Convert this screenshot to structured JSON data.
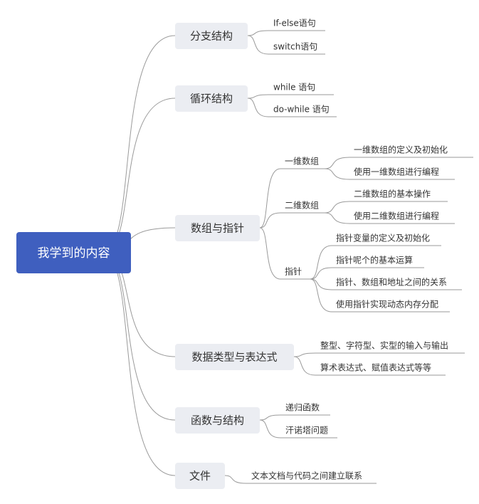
{
  "root": {
    "id": "root",
    "label": "我学到的内容"
  },
  "branches": [
    {
      "id": "b1",
      "label": "分支结构",
      "children": [
        {
          "label": "If-else语句"
        },
        {
          "label": "switch语句"
        }
      ]
    },
    {
      "id": "b2",
      "label": "循环结构",
      "children": [
        {
          "label": "while 语句"
        },
        {
          "label": "do-while 语句"
        }
      ]
    },
    {
      "id": "b3",
      "label": "数组与指针",
      "children": [
        {
          "label": "一维数组",
          "children": [
            {
              "label": "一维数组的定义及初始化"
            },
            {
              "label": "使用一维数组进行编程"
            }
          ]
        },
        {
          "label": "二维数组",
          "children": [
            {
              "label": "二维数组的基本操作"
            },
            {
              "label": "使用二维数组进行编程"
            }
          ]
        },
        {
          "label": "指针",
          "children": [
            {
              "label": "指针变量的定义及初始化"
            },
            {
              "label": "指针呢个的基本运算"
            },
            {
              "label": "指针、数组和地址之间的关系"
            },
            {
              "label": "使用指针实现动态内存分配"
            }
          ]
        }
      ]
    },
    {
      "id": "b4",
      "label": "数据类型与表达式",
      "children": [
        {
          "label": "整型、字符型、实型的输入与输出"
        },
        {
          "label": "算术表达式、赋值表达式等等"
        }
      ]
    },
    {
      "id": "b5",
      "label": "函数与结构",
      "children": [
        {
          "label": "递归函数"
        },
        {
          "label": "汗诺塔问题"
        }
      ]
    },
    {
      "id": "b6",
      "label": "文件",
      "children": [
        {
          "label": "文本文档与代码之间建立联系"
        }
      ]
    }
  ],
  "colors": {
    "root_fill": "#3f5fbf",
    "topic_fill": "#ebedf2",
    "line": "#9a9a9a",
    "text": "#333333"
  }
}
